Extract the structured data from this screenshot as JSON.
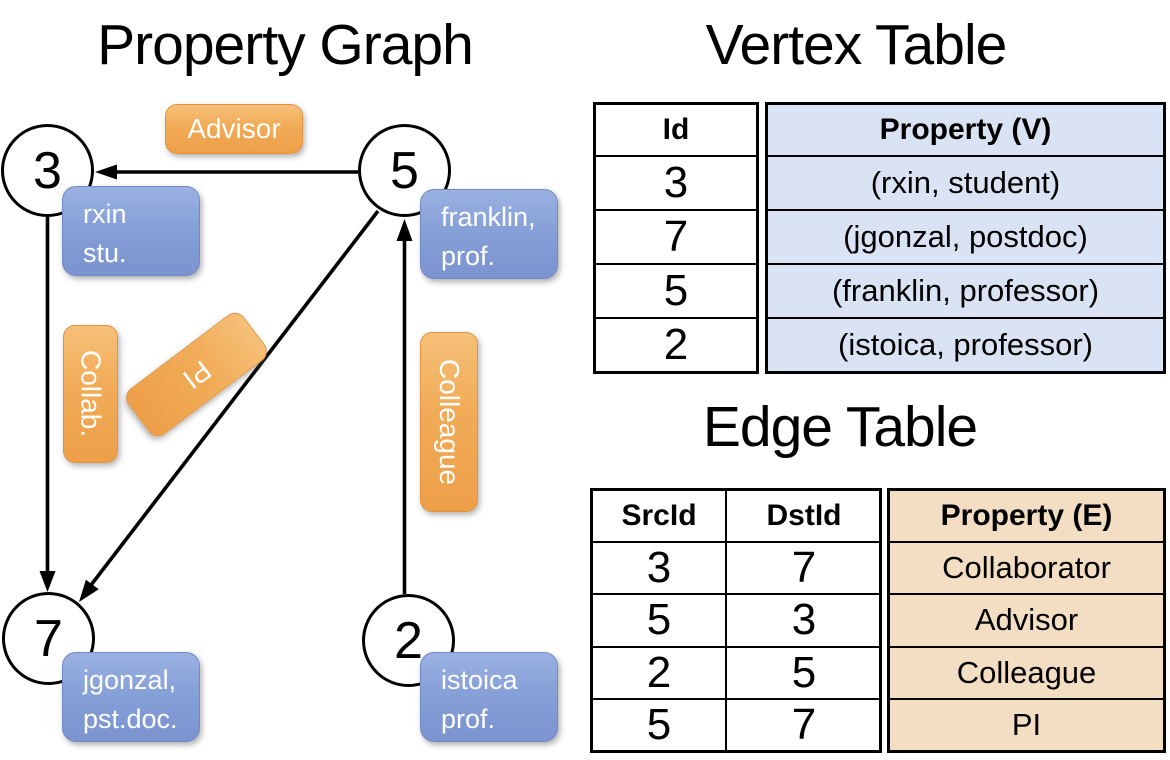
{
  "graph": {
    "title": "Property Graph",
    "vertices": [
      {
        "id": "3",
        "property": [
          "rxin",
          "stu."
        ]
      },
      {
        "id": "5",
        "property": [
          "franklin,",
          "prof."
        ]
      },
      {
        "id": "7",
        "property": [
          "jgonzal,",
          "pst.doc."
        ]
      },
      {
        "id": "2",
        "property": [
          "istoica",
          "prof."
        ]
      }
    ],
    "edges": [
      {
        "src": "5",
        "dst": "3",
        "label": "Advisor"
      },
      {
        "src": "3",
        "dst": "7",
        "label": "Collab."
      },
      {
        "src": "5",
        "dst": "7",
        "label": "PI"
      },
      {
        "src": "2",
        "dst": "5",
        "label": "Colleague"
      }
    ]
  },
  "vertex_table": {
    "title": "Vertex Table",
    "columns": [
      "Id",
      "Property (V)"
    ],
    "rows": [
      [
        "3",
        "(rxin, student)"
      ],
      [
        "7",
        "(jgonzal, postdoc)"
      ],
      [
        "5",
        "(franklin, professor)"
      ],
      [
        "2",
        "(istoica, professor)"
      ]
    ]
  },
  "edge_table": {
    "title": "Edge Table",
    "columns": [
      "SrcId",
      "DstId",
      "Property (E)"
    ],
    "rows": [
      [
        "3",
        "7",
        "Collaborator"
      ],
      [
        "5",
        "3",
        "Advisor"
      ],
      [
        "2",
        "5",
        "Colleague"
      ],
      [
        "5",
        "7",
        "PI"
      ]
    ]
  },
  "colors": {
    "edge_label_fill": "#f1ab57",
    "vertex_label_fill": "#86a0d8",
    "vertex_table_fill": "#d9e3f3",
    "edge_table_fill": "#f3ddc3",
    "line": "#000000"
  }
}
